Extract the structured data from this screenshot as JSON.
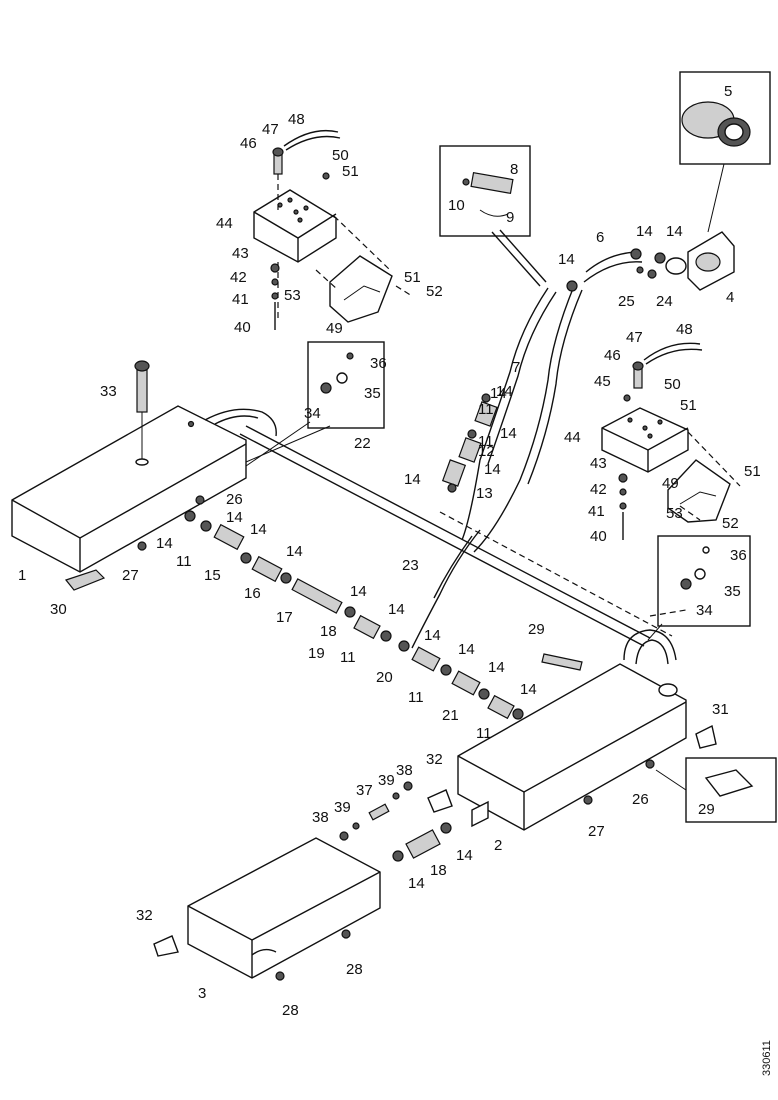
{
  "document_id": "330611",
  "callouts": [
    {
      "label": "1"
    },
    {
      "label": "2"
    },
    {
      "label": "3"
    },
    {
      "label": "4"
    },
    {
      "label": "5"
    },
    {
      "label": "6"
    },
    {
      "label": "7"
    },
    {
      "label": "8"
    },
    {
      "label": "9"
    },
    {
      "label": "10"
    },
    {
      "label": "11"
    },
    {
      "label": "11"
    },
    {
      "label": "11"
    },
    {
      "label": "11"
    },
    {
      "label": "11"
    },
    {
      "label": "11"
    },
    {
      "label": "12"
    },
    {
      "label": "13"
    },
    {
      "label": "14"
    },
    {
      "label": "14"
    },
    {
      "label": "14"
    },
    {
      "label": "14"
    },
    {
      "label": "14"
    },
    {
      "label": "14"
    },
    {
      "label": "14"
    },
    {
      "label": "14"
    },
    {
      "label": "14"
    },
    {
      "label": "14"
    },
    {
      "label": "14"
    },
    {
      "label": "14"
    },
    {
      "label": "14"
    },
    {
      "label": "14"
    },
    {
      "label": "14"
    },
    {
      "label": "14"
    },
    {
      "label": "14"
    },
    {
      "label": "14"
    },
    {
      "label": "14"
    },
    {
      "label": "14"
    },
    {
      "label": "15"
    },
    {
      "label": "16"
    },
    {
      "label": "17"
    },
    {
      "label": "18"
    },
    {
      "label": "18"
    },
    {
      "label": "19"
    },
    {
      "label": "20"
    },
    {
      "label": "21"
    },
    {
      "label": "22"
    },
    {
      "label": "23"
    },
    {
      "label": "24"
    },
    {
      "label": "25"
    },
    {
      "label": "26"
    },
    {
      "label": "26"
    },
    {
      "label": "27"
    },
    {
      "label": "27"
    },
    {
      "label": "28"
    },
    {
      "label": "28"
    },
    {
      "label": "29"
    },
    {
      "label": "29"
    },
    {
      "label": "30"
    },
    {
      "label": "31"
    },
    {
      "label": "32"
    },
    {
      "label": "32"
    },
    {
      "label": "33"
    },
    {
      "label": "34"
    },
    {
      "label": "34"
    },
    {
      "label": "35"
    },
    {
      "label": "35"
    },
    {
      "label": "36"
    },
    {
      "label": "36"
    },
    {
      "label": "37"
    },
    {
      "label": "38"
    },
    {
      "label": "38"
    },
    {
      "label": "39"
    },
    {
      "label": "39"
    },
    {
      "label": "40"
    },
    {
      "label": "40"
    },
    {
      "label": "41"
    },
    {
      "label": "41"
    },
    {
      "label": "42"
    },
    {
      "label": "42"
    },
    {
      "label": "43"
    },
    {
      "label": "43"
    },
    {
      "label": "44"
    },
    {
      "label": "44"
    },
    {
      "label": "45"
    },
    {
      "label": "46"
    },
    {
      "label": "46"
    },
    {
      "label": "47"
    },
    {
      "label": "47"
    },
    {
      "label": "48"
    },
    {
      "label": "48"
    },
    {
      "label": "49"
    },
    {
      "label": "49"
    },
    {
      "label": "50"
    },
    {
      "label": "50"
    },
    {
      "label": "51"
    },
    {
      "label": "51"
    },
    {
      "label": "51"
    },
    {
      "label": "51"
    },
    {
      "label": "52"
    },
    {
      "label": "52"
    },
    {
      "label": "53"
    },
    {
      "label": "53"
    }
  ]
}
